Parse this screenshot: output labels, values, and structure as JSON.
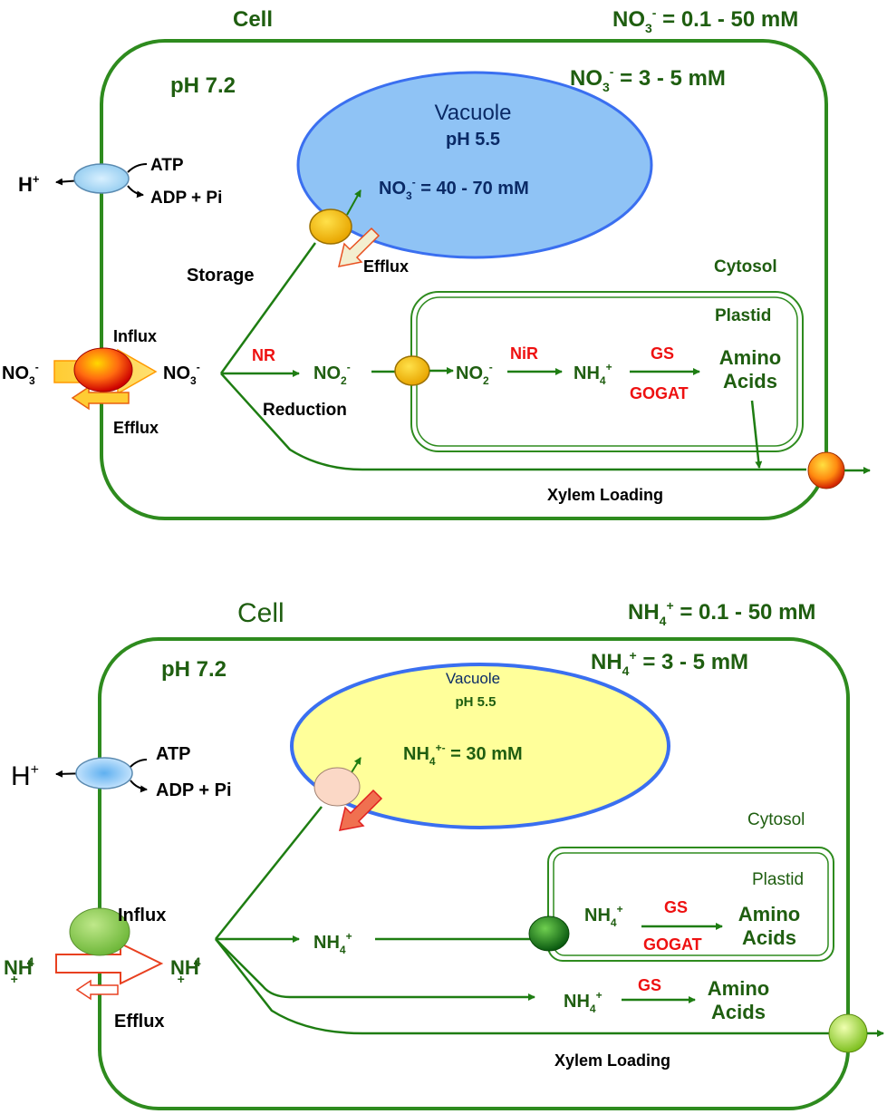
{
  "top": {
    "title": "Cell",
    "outside_conc": {
      "base": "NO",
      "sub": "3",
      "sup": "-",
      "rest": " = 0.1 - 50 mM"
    },
    "ph": "pH 7.2",
    "cyto_conc": {
      "base": "NO",
      "sub": "3",
      "sup": "-",
      "rest": " = 3 - 5 mM"
    },
    "h_plus": {
      "base": "H",
      "sup": "+"
    },
    "atp": "ATP",
    "adp": "ADP + Pi",
    "vacuole": {
      "label": "Vacuole",
      "ph": "pH 5.5",
      "conc": {
        "base": "NO",
        "sub": "3",
        "sup": "-",
        "rest": " = 40 - 70 mM"
      }
    },
    "storage": "Storage",
    "vac_efflux": "Efflux",
    "cytosol": "Cytosol",
    "plastid": "Plastid",
    "influx": "Influx",
    "efflux": "Efflux",
    "no3_out": {
      "base": "NO",
      "sub": "3",
      "sup": "-"
    },
    "no3_in": {
      "base": "NO",
      "sub": "3",
      "sup": "-"
    },
    "nr": "NR",
    "no2": {
      "base": "NO",
      "sub": "2",
      "sup": "-"
    },
    "reduction": "Reduction",
    "no2_plastid": {
      "base": "NO",
      "sub": "2",
      "sup": "-"
    },
    "nir": "NiR",
    "nh4": {
      "base": "NH",
      "sub": "4",
      "sup": "+"
    },
    "gs": "GS",
    "gogat": "GOGAT",
    "amino_1": "Amino",
    "amino_2": "Acids",
    "xylem": "Xylem Loading"
  },
  "bottom": {
    "title": "Cell",
    "outside_conc": {
      "base": "NH",
      "sub": "4",
      "sup": "+",
      "rest": " = 0.1 - 50 mM"
    },
    "ph": "pH 7.2",
    "cyto_conc": {
      "base": "NH",
      "sub": "4",
      "sup": "+",
      "rest": " = 3 - 5 mM"
    },
    "h_plus": {
      "base": "H",
      "sup": "+"
    },
    "atp": "ATP",
    "adp": "ADP + Pi",
    "vacuole": {
      "label": "Vacuole",
      "ph": "pH 5.5",
      "conc": {
        "base": "NH",
        "sub": "4",
        "sup": "+-",
        "rest": " = 30 mM"
      }
    },
    "cytosol": "Cytosol",
    "plastid": "Plastid",
    "influx": "Influx",
    "efflux": "Efflux",
    "nh4_out": {
      "base": "NH",
      "sub": "4",
      "sub_pre": "+"
    },
    "nh4_in": {
      "base": "NH",
      "sub": "4",
      "sub_pre": "+"
    },
    "nh4_mid": {
      "base": "NH",
      "sub": "4",
      "sup": "+"
    },
    "nh4_plastid": {
      "base": "NH",
      "sub": "4",
      "sup": "+"
    },
    "gs_plastid": "GS",
    "gogat_plastid": "GOGAT",
    "amino_plastid_1": "Amino",
    "amino_plastid_2": "Acids",
    "nh4_cyto": {
      "base": "NH",
      "sub": "4",
      "sup": "+"
    },
    "gs_cyto": "GS",
    "amino_cyto_1": "Amino",
    "amino_cyto_2": "Acids",
    "xylem": "Xylem Loading"
  },
  "colors": {
    "membrane": "#2e8b1e",
    "vacuole_top": "#8fc3f5",
    "vacuole_bottom": "#ffff9a",
    "vacuole_edge": "#3a6ff0",
    "arrow_red": "#e02020",
    "enzyme": "#ee1111"
  }
}
